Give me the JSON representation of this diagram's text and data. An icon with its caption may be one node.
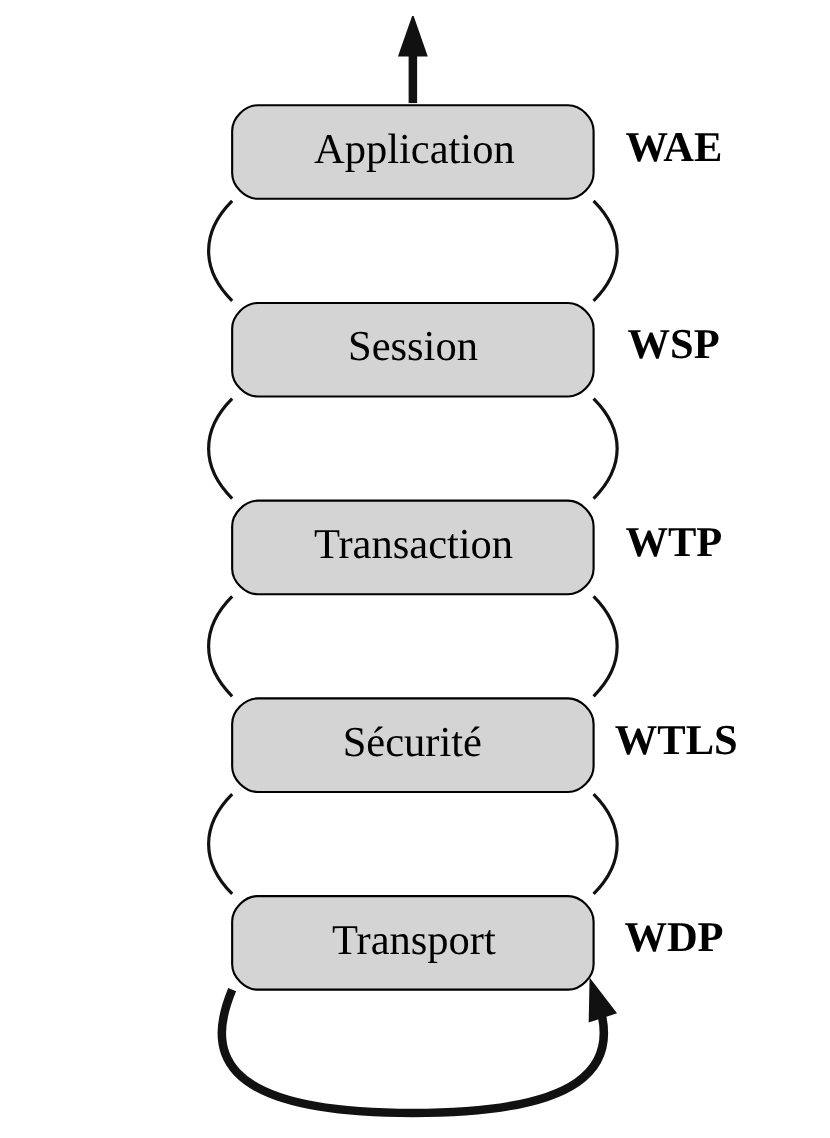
{
  "diagram": {
    "nodes": [
      {
        "text": [
          "Application"
        ],
        "beside": [
          "WAE"
        ]
      },
      {
        "text": [
          "Session"
        ],
        "beside": [
          "WSP"
        ]
      },
      {
        "text": [
          "Transaction"
        ],
        "beside": [
          "WTP"
        ]
      },
      {
        "text": [
          "Sécurité"
        ],
        "beside": [
          "WTLS"
        ]
      },
      {
        "text": [
          "Transport"
        ],
        "beside": [
          "WDP"
        ]
      }
    ],
    "edges": [
      {
        "from": 0,
        "to": null,
        "arrow": "to",
        "style": "thick"
      },
      {
        "from": 0,
        "to": 1,
        "arrow": "none"
      },
      {
        "from": 0,
        "to": 1,
        "arrow": "none"
      },
      {
        "from": 1,
        "to": 2,
        "arrow": "none"
      },
      {
        "from": 1,
        "to": 2,
        "arrow": "none"
      },
      {
        "from": 2,
        "to": 3,
        "arrow": "none"
      },
      {
        "from": 2,
        "to": 3,
        "arrow": "none"
      },
      {
        "from": 3,
        "to": 4,
        "arrow": "none"
      },
      {
        "from": 3,
        "to": 4,
        "arrow": "none"
      },
      {
        "from": 4,
        "to": 4,
        "arrow": "to",
        "style": "thick"
      }
    ]
  }
}
